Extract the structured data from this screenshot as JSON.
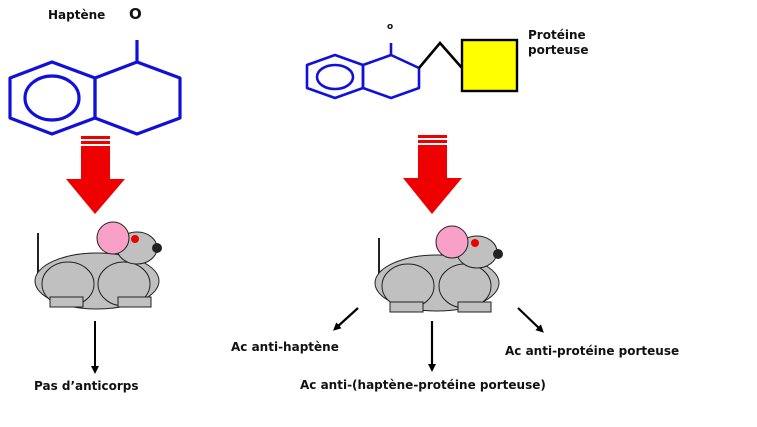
{
  "left_panel": {
    "hapten_label": "Haptène",
    "oxygen_label": "O",
    "result_label": "Pas d’anticorps"
  },
  "right_panel": {
    "oxygen_label": "o",
    "carrier_label_line1": "Protéine",
    "carrier_label_line2": "porteuse",
    "results": {
      "anti_hapten": "Ac anti-haptène",
      "anti_conjugate": "Ac anti-(haptène-protéine porteuse)",
      "anti_carrier": "Ac anti-protéine porteuse"
    }
  },
  "colors": {
    "molecule": "#1010d8",
    "immunization_arrow": "#ee0000",
    "carrier_fill": "#ffff00",
    "mouse_body": "#c0c0c0",
    "mouse_ear": "#f8a0c8",
    "mouse_eye": "#ee0000"
  }
}
